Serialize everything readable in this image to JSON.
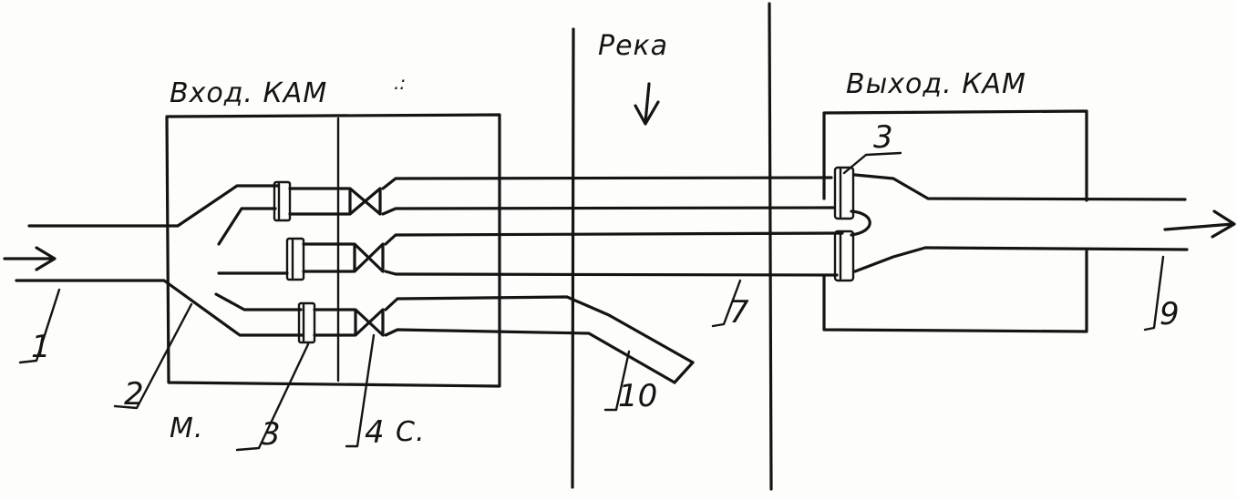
{
  "labels": {
    "inlet_chamber": "Вход. КАМ",
    "river": "Река",
    "outlet_chamber": "Выход. КАМ",
    "mark_m": "М.",
    "mark_c": "С."
  },
  "callouts": {
    "n1": "1",
    "n2": "2",
    "n3_bottom": "3",
    "n3_top": "3",
    "n4": "4",
    "n7": "7",
    "n9": "9",
    "n10": "10"
  }
}
